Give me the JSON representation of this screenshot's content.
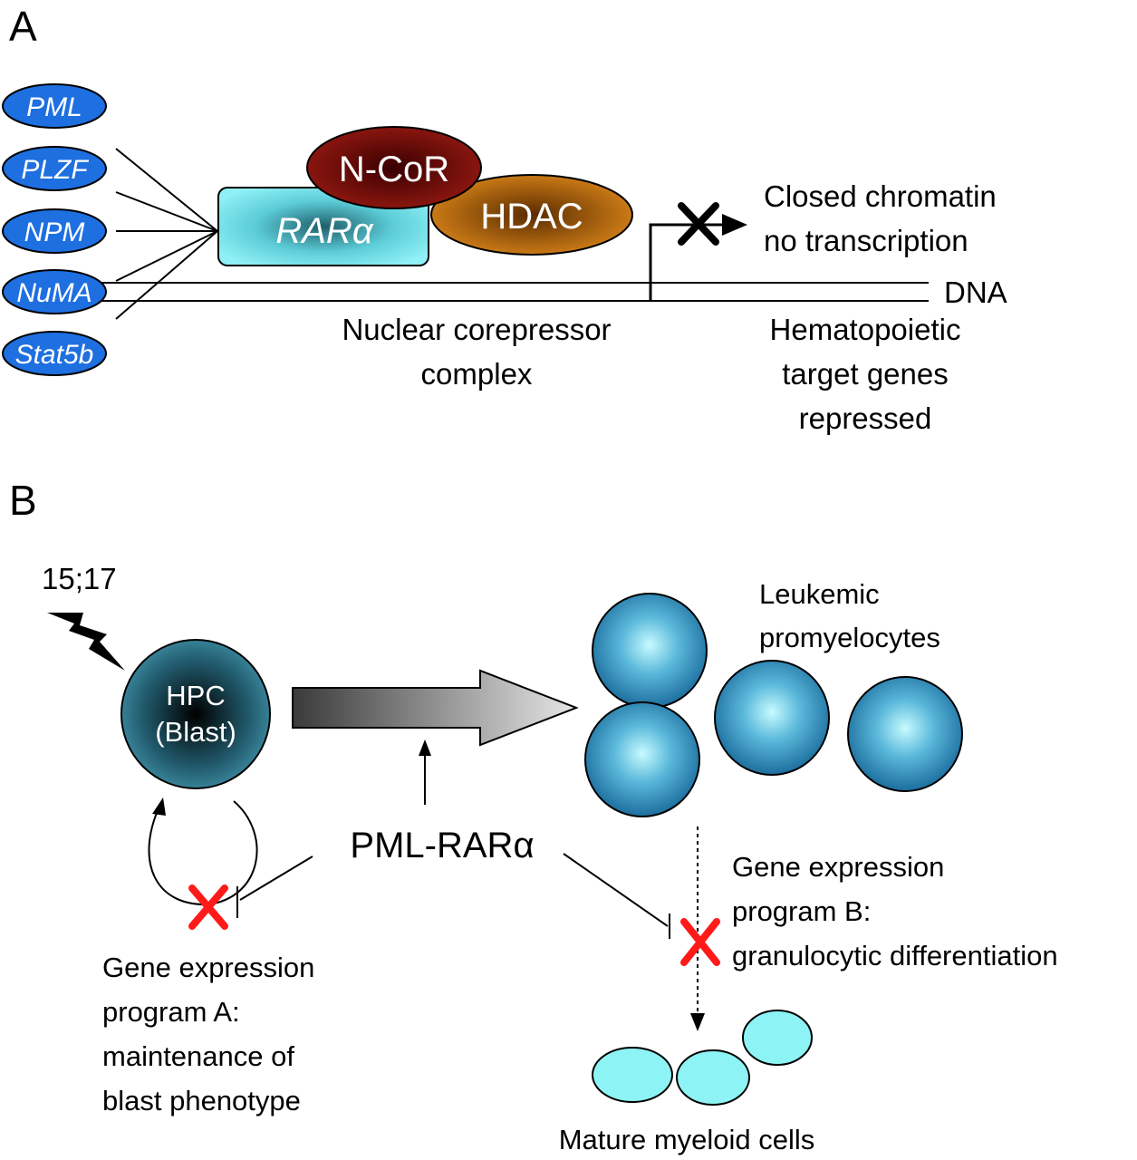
{
  "panel_a": {
    "letter": "A",
    "partners": [
      "PML",
      "PLZF",
      "NPM",
      "NuMA",
      "Stat5b"
    ],
    "rar_label": "RARα",
    "ncor_label": "N-CoR",
    "hdac_label": "HDAC",
    "closed_line1": "Closed chromatin",
    "closed_line2": "no transcription",
    "dna_label": "DNA",
    "corepressor_line1": "Nuclear corepressor",
    "corepressor_line2": "complex",
    "target_line1": "Hematopoietic",
    "target_line2": "target genes",
    "target_line3": "repressed",
    "colors": {
      "partner": "#1e6fe0",
      "rar": "#7fe0e8",
      "ncor": "#7a0a0a",
      "hdac": "#c8720f"
    }
  },
  "panel_b": {
    "letter": "B",
    "translocation": "15;17",
    "hpc_line1": "HPC",
    "hpc_line2": "(Blast)",
    "leukemic_line1": "Leukemic",
    "leukemic_line2": "promyelocytes",
    "pml_rar": "PML-RARα",
    "program_a": [
      "Gene expression",
      "program A:",
      "maintenance of",
      "blast phenotype"
    ],
    "program_b": [
      "Gene expression",
      "program B:",
      "granulocytic differentiation"
    ],
    "mature": "Mature myeloid cells",
    "colors": {
      "block_x": "#ff1a1a",
      "mature_cell": "#8ef3f5",
      "promyelocyte": "#1f7fb5"
    }
  }
}
